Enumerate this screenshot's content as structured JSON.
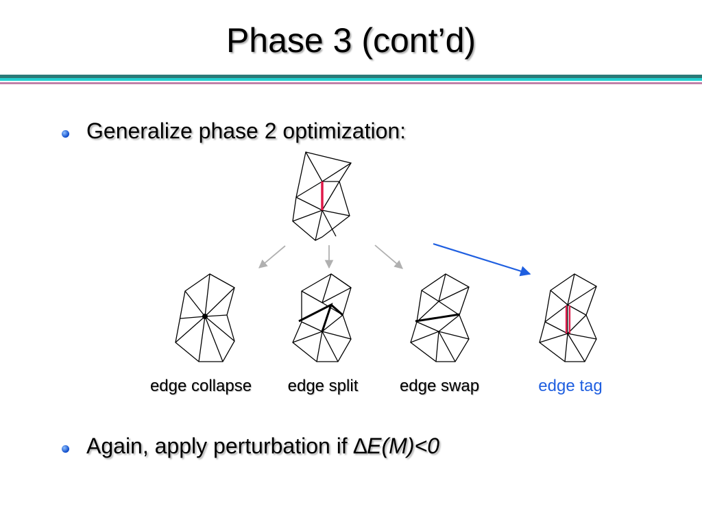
{
  "slide": {
    "title": "Phase 3 (cont’d)",
    "bullets": [
      {
        "text": "Generalize phase 2 optimization:"
      },
      {
        "prefix": "Again, apply perturbation if ",
        "delta": "∆",
        "expr": "E(M)<0"
      }
    ]
  },
  "diagram": {
    "operations": [
      {
        "label": "edge collapse"
      },
      {
        "label": "edge split"
      },
      {
        "label": "edge swap"
      },
      {
        "label": "edge tag"
      }
    ]
  },
  "colors": {
    "band_dark_teal": "#2a7a78",
    "band_cyan": "#22d0d0",
    "band_pink": "#c080a8",
    "highlight_edge": "#e01848",
    "tag_arrow": "#1f5fe0",
    "gray_arrow": "#b0b0b0",
    "bullet_blue": "#1458d8"
  }
}
